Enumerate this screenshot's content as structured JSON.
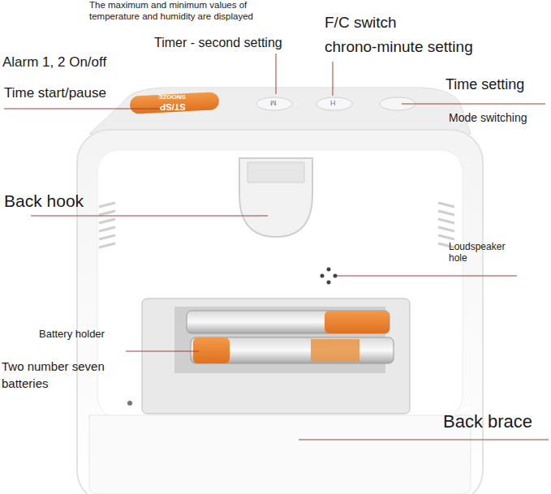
{
  "diagram": {
    "labels": [
      "The maximum and minimum values of temperature and humidity are displayed",
      "Timer - second setting",
      "F/C switch",
      "Alarm 1, 2 On/off",
      "chrono-minute setting",
      "Time setting",
      "Time start/pause",
      "Mode switching",
      "ST/SP",
      "SNOOZE",
      "M",
      "H",
      "Back hook",
      "Loudspeaker hole",
      "Battery holder",
      "Two number seven batteries",
      "Back brace"
    ]
  }
}
